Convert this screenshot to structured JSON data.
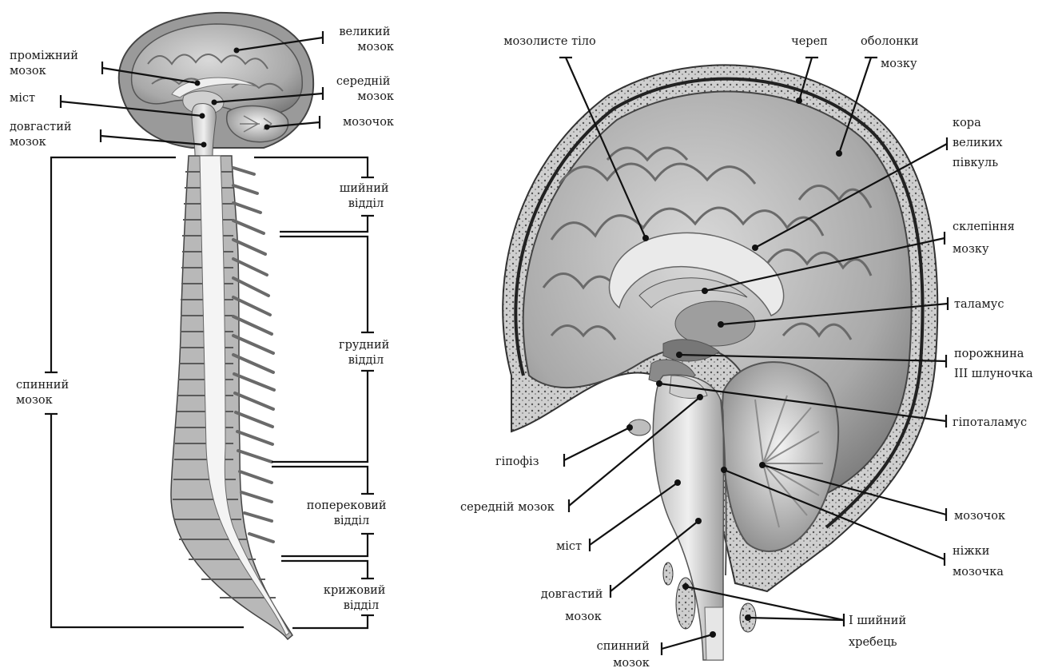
{
  "left_figure": {
    "labels": {
      "velykyi_mozok": [
        "великий",
        "мозок"
      ],
      "promizhnyi_mozok": [
        "проміжний",
        "мозок"
      ],
      "seredniy_mozok": [
        "середній",
        "мозок"
      ],
      "mist": [
        "міст"
      ],
      "mozochok": [
        "мозочок"
      ],
      "dovhastyi_mozok": [
        "довгастий",
        "мозок"
      ],
      "shyinyi_viddil": [
        "шийний",
        "відділ"
      ],
      "hrudnyi_viddil": [
        "грудний",
        "відділ"
      ],
      "spynnyi_mozok": [
        "спинний",
        "мозок"
      ],
      "poperekovyi_viddil": [
        "поперековий",
        "відділ"
      ],
      "kryzhovyi_viddil": [
        "крижовий",
        "відділ"
      ]
    }
  },
  "right_figure": {
    "labels": {
      "mozoliste_tilo": [
        "мозолисте тіло"
      ],
      "cherep": [
        "череп"
      ],
      "obolonky_mozku": [
        "оболонки",
        "мозку"
      ],
      "kora": [
        "кора",
        "великих",
        "півкуль"
      ],
      "sklepinnia": [
        "склепіння",
        "мозку"
      ],
      "talamus": [
        "таламус"
      ],
      "porozhnyna": [
        "порожнина",
        "III шлуночка"
      ],
      "hipotalamus": [
        "гіпоталамус"
      ],
      "hipofiz": [
        "гіпофіз"
      ],
      "seredniy_mozok": [
        "середній мозок"
      ],
      "mozochok": [
        "мозочок"
      ],
      "mist": [
        "міст"
      ],
      "nizhky": [
        "ніжки",
        "мозочка"
      ],
      "dovhastyi_mozok": [
        "довгастий",
        "мозок"
      ],
      "shyinyi_khrebets": [
        "I шийний",
        "хребець"
      ],
      "spynnyi_mozok": [
        "спинний",
        "мозок"
      ]
    }
  }
}
